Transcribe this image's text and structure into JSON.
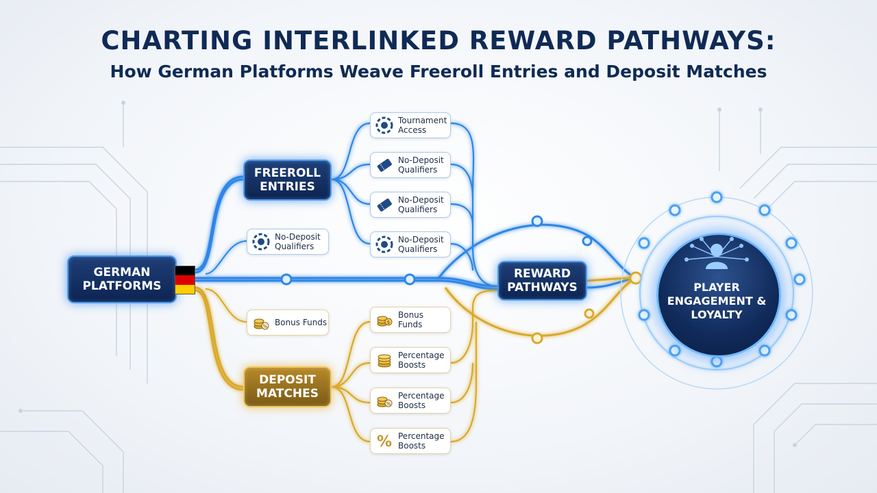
{
  "title": "CHARTING INTERLINKED REWARD PATHWAYS:",
  "subtitle": "How German Platforms Weave Freeroll Entries and Deposit Matches",
  "colors": {
    "blue_path": "#2f86e6",
    "gold_path": "#d9a92c",
    "navy": "#0f2a55"
  },
  "nodes": {
    "german_platforms": "GERMAN PLATFORMS",
    "freeroll_entries": "FREEROLL ENTRIES",
    "deposit_matches": "DEPOSIT MATCHES",
    "reward_pathways": "REWARD PATHWAYS",
    "player_engagement": "PLAYER ENGAGEMENT & LOYALTY"
  },
  "flag": {
    "name": "germany-flag",
    "colors": [
      "#000000",
      "#dd0000",
      "#ffce00"
    ]
  },
  "freeroll_leaves": [
    {
      "label": "Tournament Access",
      "icon": "poker-chip-icon"
    },
    {
      "label": "No-Deposit Qualifiers",
      "icon": "ticket-icon"
    },
    {
      "label": "No-Deposit Qualifiers",
      "icon": "ticket-icon"
    },
    {
      "label": "No-Deposit Qualifiers",
      "icon": "poker-chip-icon"
    }
  ],
  "freeroll_side_leaf": {
    "label": "No-Deposit Qualifiers",
    "icon": "poker-chip-icon"
  },
  "deposit_side_leaf": {
    "label": "Bonus Funds",
    "icon": "coin-stack-percent-icon"
  },
  "deposit_leaves": [
    {
      "label": "Bonus Funds",
      "icon": "coin-stack-dollar-icon"
    },
    {
      "label": "Percentage Boosts",
      "icon": "coin-stack-icon"
    },
    {
      "label": "Percentage Boosts",
      "icon": "coin-stack-percent-icon"
    },
    {
      "label": "Percentage Boosts",
      "icon": "percent-icon"
    }
  ]
}
